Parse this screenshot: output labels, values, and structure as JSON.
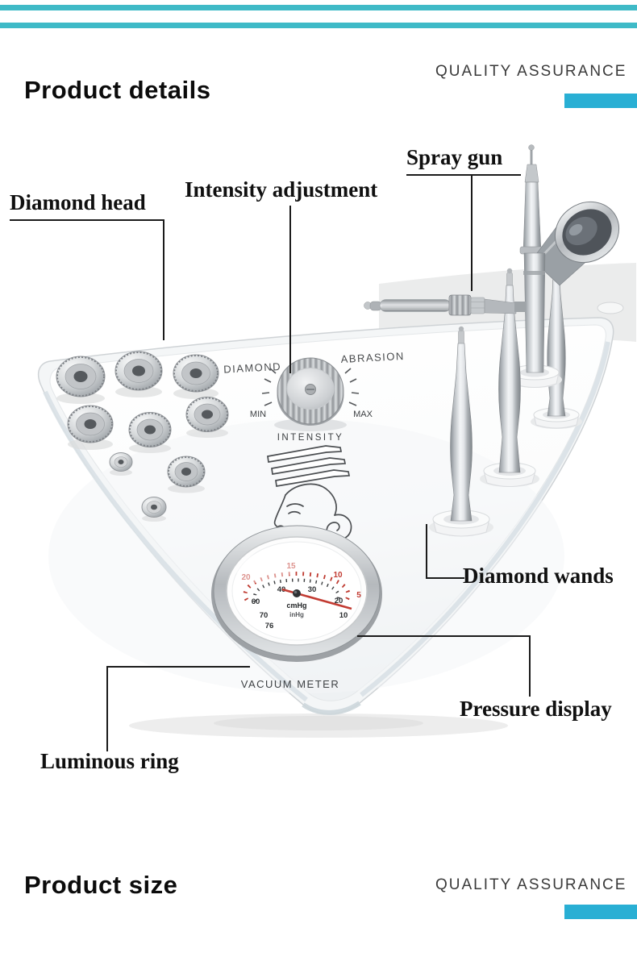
{
  "accent": {
    "stripe_color": "#3fbac7",
    "block_color": "#29afd4"
  },
  "header": {
    "title": "Product details",
    "badge": "QUALITY ASSURANCE"
  },
  "footer": {
    "title": "Product size",
    "badge": "QUALITY ASSURANCE"
  },
  "callouts": {
    "spray_gun": "Spray gun",
    "intensity": "Intensity adjustment",
    "diamond_head": "Diamond head",
    "diamond_wands": "Diamond wands",
    "pressure_display": "Pressure display",
    "luminous_ring": "Luminous ring"
  },
  "machine": {
    "panel_left": "DIAMOND",
    "panel_right": "ABRASION",
    "knob": {
      "min": "MIN",
      "max": "MAX",
      "label": "INTENSITY"
    },
    "gauge": {
      "label": "VACUUM METER",
      "units": [
        "cmHg",
        "inHg"
      ],
      "red_scale": [
        "20",
        "15",
        "10",
        "5"
      ],
      "black_scale": [
        "40",
        "30",
        "60",
        "20",
        "70",
        "76",
        "10"
      ]
    }
  }
}
